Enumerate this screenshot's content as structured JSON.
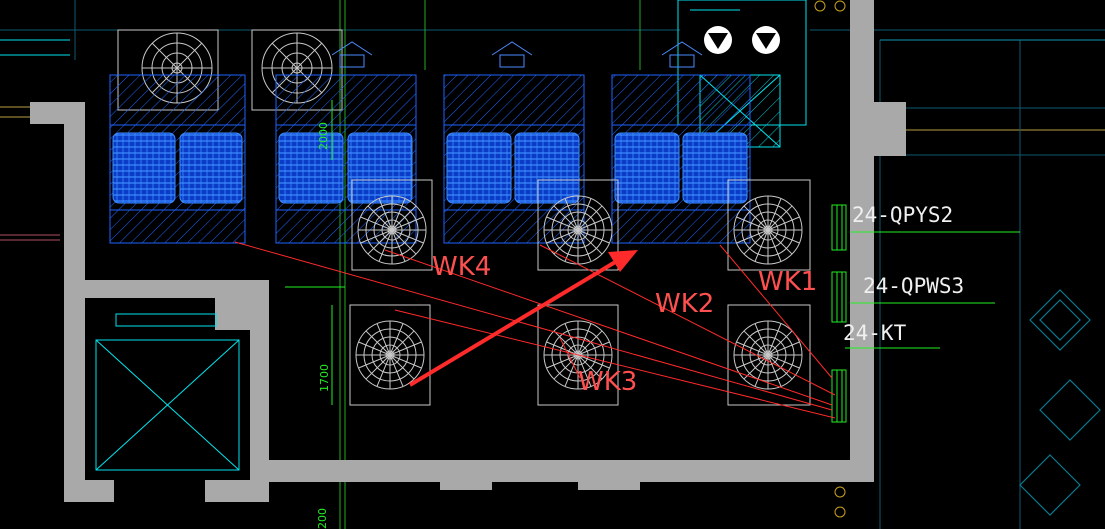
{
  "colors": {
    "background": "#000000",
    "wall": "#a9a9a9",
    "cyan": "#00e5ee",
    "blue_unit": "#1e64ff",
    "blue_fill": "#0a3cc8",
    "fan": "#c8c8c8",
    "green": "#22ee22",
    "red": "#ff2a2a",
    "white": "#ffffff"
  },
  "units": [
    {
      "label": "WK1"
    },
    {
      "label": "WK2"
    },
    {
      "label": "WK3"
    },
    {
      "label": "WK4"
    }
  ],
  "pipe_labels": [
    {
      "text": "24-QPYS2"
    },
    {
      "text": "24-QPWS3"
    },
    {
      "text": "24-KT"
    }
  ],
  "dimensions": {
    "v1": "2000",
    "v2": "1700",
    "v3": "200"
  },
  "icons": [
    "air-outlet-arrow-icon",
    "fan-grille-icon",
    "down-arrow-circle-icon",
    "elevator-shaft-icon"
  ]
}
